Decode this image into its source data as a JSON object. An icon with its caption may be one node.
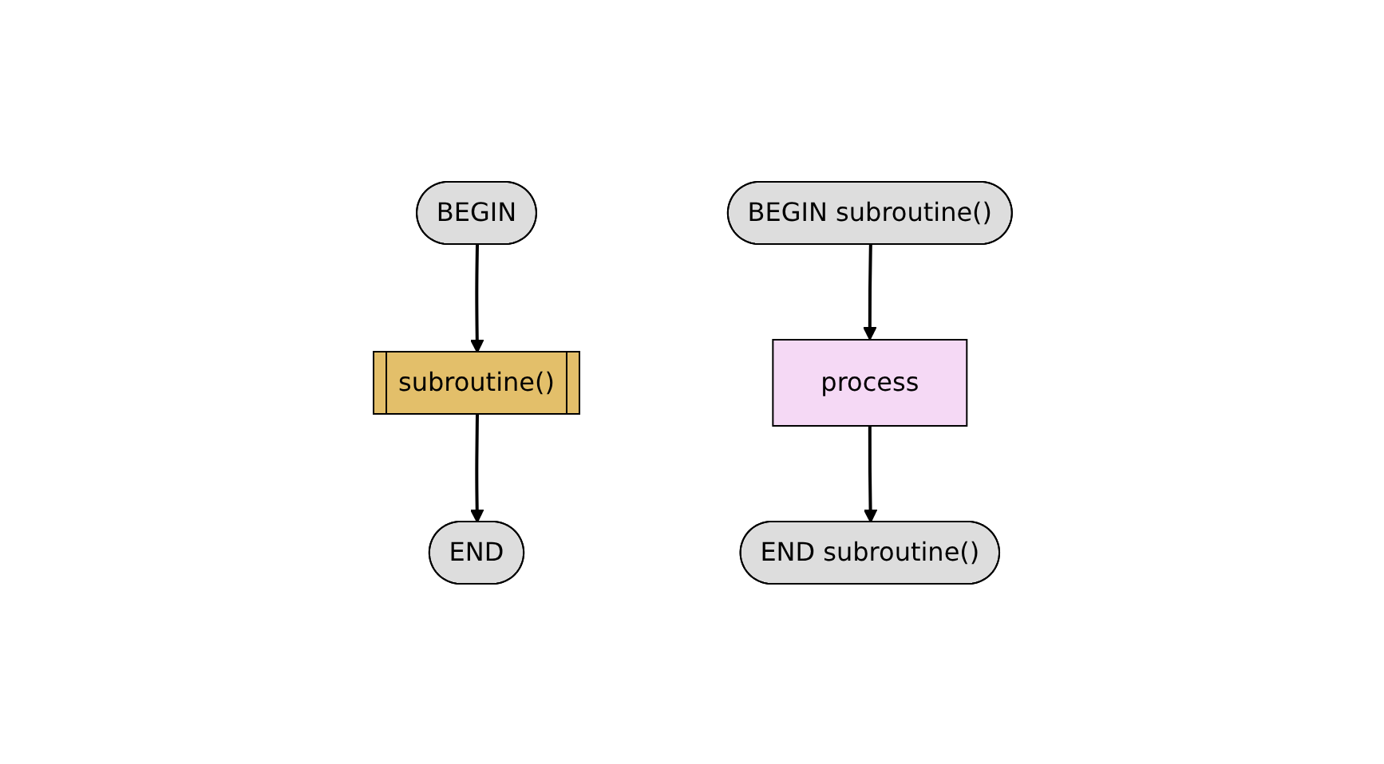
{
  "diagram": {
    "nodes": [
      {
        "text": [
          "BEGIN"
        ]
      },
      {
        "text": [
          "subroutine()"
        ]
      },
      {
        "text": [
          "END"
        ]
      },
      {
        "text": [
          "BEGIN subroutine()"
        ]
      },
      {
        "text": [
          "process"
        ]
      },
      {
        "text": [
          "END subroutine()"
        ]
      }
    ],
    "edges": [
      {
        "from": 0,
        "to": 1,
        "arrow": "to"
      },
      {
        "from": 1,
        "to": 2,
        "arrow": "to"
      },
      {
        "from": 3,
        "to": 4,
        "arrow": "to"
      },
      {
        "from": 4,
        "to": 5,
        "arrow": "to"
      }
    ]
  }
}
